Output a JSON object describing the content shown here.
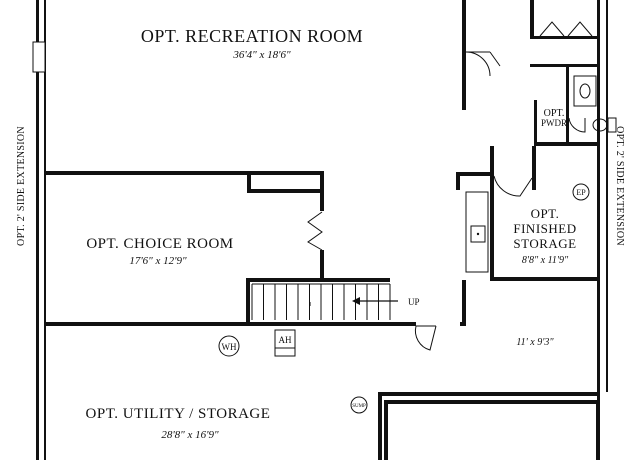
{
  "rooms": {
    "recreation": {
      "title": "OPT. RECREATION ROOM",
      "dims": "36'4\" x 18'6\""
    },
    "choice": {
      "title": "OPT. CHOICE ROOM",
      "dims": "17'6\" x 12'9\""
    },
    "utility": {
      "title": "OPT. UTILITY / STORAGE",
      "dims": "28'8\" x 16'9\""
    },
    "finished_storage": {
      "title_line1": "OPT.",
      "title_line2": "FINISHED",
      "title_line3": "STORAGE",
      "dims": "8'8\" x 11'9\""
    },
    "powder": {
      "line1": "OPT.",
      "line2": "PWDR"
    },
    "hall": {
      "dims": "11' x 9'3\""
    }
  },
  "labels": {
    "side_extension_left": "OPT. 2' SIDE EXTENSION",
    "side_extension_right": "OPT. 2' SIDE EXTENSION",
    "stairs_up": "UP",
    "water_heater": "WH",
    "air_handler": "AH",
    "sump": "SUMP",
    "electric_panel": "EP"
  },
  "colors": {
    "ink": "#111111",
    "paper": "#ffffff"
  }
}
